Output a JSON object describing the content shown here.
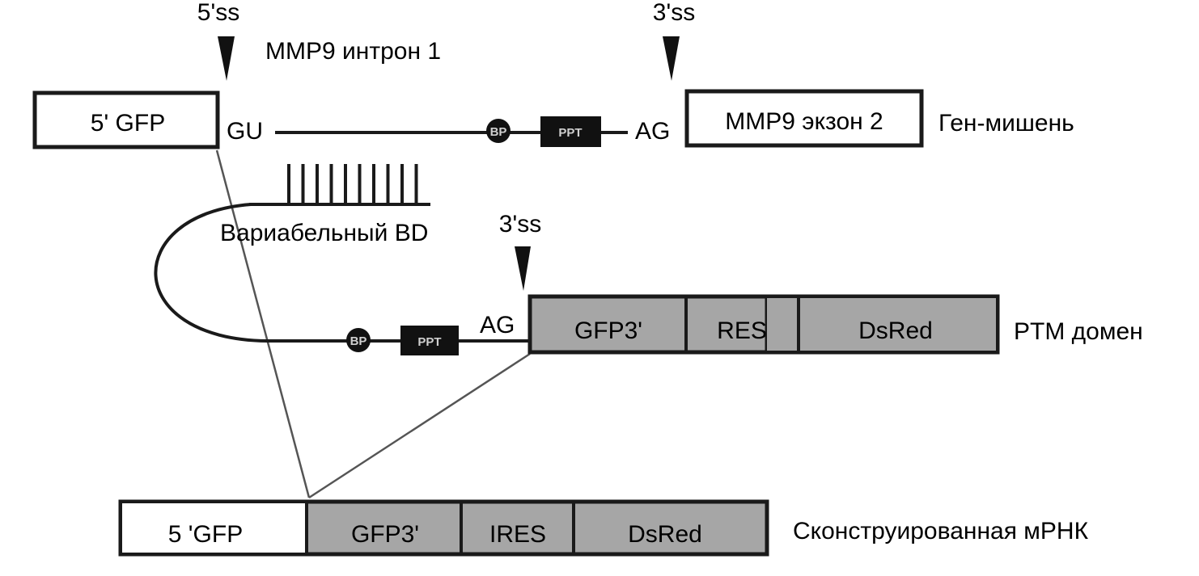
{
  "target_gene": {
    "left_exon": "5' GFP",
    "donor_site": "GU",
    "acceptor_site": "AG",
    "right_exon": "MMP9 экзон 2",
    "row_label": "Ген-мишень",
    "intron_label": "MMP9 интрон 1",
    "ss5_label": "5'ss",
    "ss3_label": "3'ss",
    "bp_label": "BP",
    "ppt_label": "PPT"
  },
  "ptm": {
    "bd_label": "Вариабельный BD",
    "ss3_label": "3'ss",
    "acceptor_site": "AG",
    "bp_label": "BP",
    "ppt_label": "PPT",
    "segments": [
      "GFP3'",
      "RES",
      "DsRed"
    ],
    "row_label": "PTM домен"
  },
  "mrna": {
    "segments": [
      "5 'GFP",
      "GFP3'",
      "IRES",
      "DsRed"
    ],
    "row_label": "Сконструированная мРНК"
  },
  "colors": {
    "line": "#1a1a1a",
    "exon_fill_white": "#ffffff",
    "exon_fill_gray": "#a6a6a6",
    "connector": "#555555",
    "dark_element": "#111111"
  }
}
